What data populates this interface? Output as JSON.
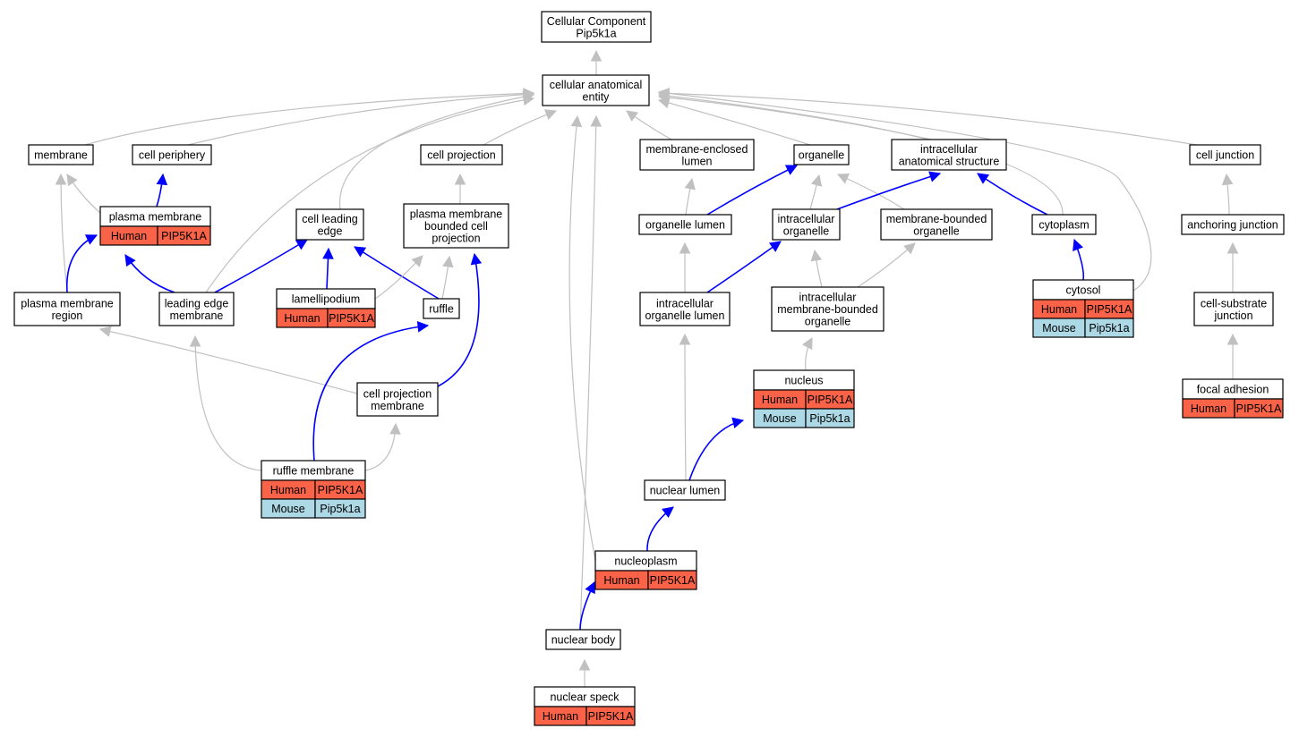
{
  "graph": {
    "colors": {
      "human": "#fa6347",
      "mouse": "#add8e6",
      "edge_default": "#c0c0c0",
      "edge_highlight": "#0000ff"
    },
    "nodes": [
      {
        "id": "n_root",
        "lines": [
          "Cellular Component",
          "Pip5k1a"
        ]
      },
      {
        "id": "n_cae",
        "lines": [
          "cellular anatomical",
          "entity"
        ]
      },
      {
        "id": "n_membrane",
        "lines": [
          "membrane"
        ]
      },
      {
        "id": "n_cellperiph",
        "lines": [
          "cell periphery"
        ]
      },
      {
        "id": "n_cellproj",
        "lines": [
          "cell projection"
        ]
      },
      {
        "id": "n_melumen",
        "lines": [
          "membrane-enclosed",
          "lumen"
        ]
      },
      {
        "id": "n_organelle",
        "lines": [
          "organelle"
        ]
      },
      {
        "id": "n_ias",
        "lines": [
          "intracellular",
          "anatomical structure"
        ]
      },
      {
        "id": "n_celljunction",
        "lines": [
          "cell junction"
        ]
      },
      {
        "id": "n_pm",
        "lines": [
          "plasma membrane"
        ],
        "rows": [
          [
            "Human",
            "PIP5K1A"
          ]
        ]
      },
      {
        "id": "n_cle",
        "lines": [
          "cell leading",
          "edge"
        ]
      },
      {
        "id": "n_pmbcp",
        "lines": [
          "plasma membrane",
          "bounded cell",
          "projection"
        ]
      },
      {
        "id": "n_orglumen",
        "lines": [
          "organelle lumen"
        ]
      },
      {
        "id": "n_intorg",
        "lines": [
          "intracellular",
          "organelle"
        ]
      },
      {
        "id": "n_mborg",
        "lines": [
          "membrane-bounded",
          "organelle"
        ]
      },
      {
        "id": "n_cytoplasm",
        "lines": [
          "cytoplasm"
        ]
      },
      {
        "id": "n_anchjunction",
        "lines": [
          "anchoring junction"
        ]
      },
      {
        "id": "n_pmr",
        "lines": [
          "plasma membrane",
          "region"
        ]
      },
      {
        "id": "n_lem",
        "lines": [
          "leading edge",
          "membrane"
        ]
      },
      {
        "id": "n_lamelli",
        "lines": [
          "lamellipodium"
        ],
        "rows": [
          [
            "Human",
            "PIP5K1A"
          ]
        ]
      },
      {
        "id": "n_ruffle",
        "lines": [
          "ruffle"
        ]
      },
      {
        "id": "n_iol",
        "lines": [
          "intracellular",
          "organelle lumen"
        ]
      },
      {
        "id": "n_imbo",
        "lines": [
          "intracellular",
          "membrane-bounded",
          "organelle"
        ]
      },
      {
        "id": "n_cytosol",
        "lines": [
          "cytosol"
        ],
        "rows": [
          [
            "Human",
            "PIP5K1A"
          ],
          [
            "Mouse",
            "Pip5k1a"
          ]
        ]
      },
      {
        "id": "n_csj",
        "lines": [
          "cell-substrate",
          "junction"
        ]
      },
      {
        "id": "n_cpm",
        "lines": [
          "cell projection",
          "membrane"
        ]
      },
      {
        "id": "n_nucleus",
        "lines": [
          "nucleus"
        ],
        "rows": [
          [
            "Human",
            "PIP5K1A"
          ],
          [
            "Mouse",
            "Pip5k1a"
          ]
        ]
      },
      {
        "id": "n_focal",
        "lines": [
          "focal adhesion"
        ],
        "rows": [
          [
            "Human",
            "PIP5K1A"
          ]
        ]
      },
      {
        "id": "n_rufflemem",
        "lines": [
          "ruffle membrane"
        ],
        "rows": [
          [
            "Human",
            "PIP5K1A"
          ],
          [
            "Mouse",
            "Pip5k1a"
          ]
        ]
      },
      {
        "id": "n_nuclumen",
        "lines": [
          "nuclear lumen"
        ]
      },
      {
        "id": "n_nucleoplasm",
        "lines": [
          "nucleoplasm"
        ],
        "rows": [
          [
            "Human",
            "PIP5K1A"
          ]
        ]
      },
      {
        "id": "n_nucbody",
        "lines": [
          "nuclear body"
        ]
      },
      {
        "id": "n_nucspeck",
        "lines": [
          "nuclear speck"
        ],
        "rows": [
          [
            "Human",
            "PIP5K1A"
          ]
        ]
      }
    ],
    "edges": [
      {
        "from": "n_cae",
        "to": "n_root",
        "color": "gray"
      },
      {
        "from": "n_membrane",
        "to": "n_cae",
        "color": "gray"
      },
      {
        "from": "n_cellperiph",
        "to": "n_cae",
        "color": "gray"
      },
      {
        "from": "n_cellproj",
        "to": "n_cae",
        "color": "gray"
      },
      {
        "from": "n_melumen",
        "to": "n_cae",
        "color": "gray"
      },
      {
        "from": "n_organelle",
        "to": "n_cae",
        "color": "gray"
      },
      {
        "from": "n_ias",
        "to": "n_cae",
        "color": "gray"
      },
      {
        "from": "n_celljunction",
        "to": "n_cae",
        "color": "gray"
      },
      {
        "from": "n_cle",
        "to": "n_cae",
        "color": "gray"
      },
      {
        "from": "n_lem",
        "to": "n_cae",
        "color": "gray"
      },
      {
        "from": "n_cytoplasm",
        "to": "n_cae",
        "color": "gray"
      },
      {
        "from": "n_cytosol",
        "to": "n_cae",
        "color": "gray"
      },
      {
        "from": "n_nucleoplasm",
        "to": "n_cae",
        "color": "gray"
      },
      {
        "from": "n_nucbody",
        "to": "n_cae",
        "color": "gray"
      },
      {
        "from": "n_pm",
        "to": "n_membrane",
        "color": "gray"
      },
      {
        "from": "n_pmr",
        "to": "n_membrane",
        "color": "gray"
      },
      {
        "from": "n_pm",
        "to": "n_cellperiph",
        "color": "blue"
      },
      {
        "from": "n_pmr",
        "to": "n_pm",
        "color": "blue"
      },
      {
        "from": "n_lem",
        "to": "n_pm",
        "color": "blue"
      },
      {
        "from": "n_lem",
        "to": "n_cle",
        "color": "blue"
      },
      {
        "from": "n_lamelli",
        "to": "n_cle",
        "color": "blue"
      },
      {
        "from": "n_ruffle",
        "to": "n_cle",
        "color": "blue"
      },
      {
        "from": "n_pmbcp",
        "to": "n_cellproj",
        "color": "gray"
      },
      {
        "from": "n_lamelli",
        "to": "n_pmbcp",
        "color": "gray"
      },
      {
        "from": "n_ruffle",
        "to": "n_pmbcp",
        "color": "gray"
      },
      {
        "from": "n_cpm",
        "to": "n_pmbcp",
        "color": "blue"
      },
      {
        "from": "n_cpm",
        "to": "n_pmr",
        "color": "gray"
      },
      {
        "from": "n_rufflemem",
        "to": "n_lem",
        "color": "gray"
      },
      {
        "from": "n_rufflemem",
        "to": "n_ruffle",
        "color": "blue"
      },
      {
        "from": "n_rufflemem",
        "to": "n_cpm",
        "color": "gray"
      },
      {
        "from": "n_orglumen",
        "to": "n_melumen",
        "color": "gray"
      },
      {
        "from": "n_orglumen",
        "to": "n_organelle",
        "color": "blue"
      },
      {
        "from": "n_intorg",
        "to": "n_organelle",
        "color": "gray"
      },
      {
        "from": "n_mborg",
        "to": "n_organelle",
        "color": "gray"
      },
      {
        "from": "n_intorg",
        "to": "n_ias",
        "color": "blue"
      },
      {
        "from": "n_cytoplasm",
        "to": "n_ias",
        "color": "blue"
      },
      {
        "from": "n_iol",
        "to": "n_orglumen",
        "color": "gray"
      },
      {
        "from": "n_iol",
        "to": "n_intorg",
        "color": "blue"
      },
      {
        "from": "n_imbo",
        "to": "n_intorg",
        "color": "gray"
      },
      {
        "from": "n_imbo",
        "to": "n_mborg",
        "color": "gray"
      },
      {
        "from": "n_nucleus",
        "to": "n_imbo",
        "color": "gray"
      },
      {
        "from": "n_cytosol",
        "to": "n_cytoplasm",
        "color": "blue"
      },
      {
        "from": "n_anchjunction",
        "to": "n_celljunction",
        "color": "gray"
      },
      {
        "from": "n_csj",
        "to": "n_anchjunction",
        "color": "gray"
      },
      {
        "from": "n_focal",
        "to": "n_csj",
        "color": "gray"
      },
      {
        "from": "n_nuclumen",
        "to": "n_iol",
        "color": "gray"
      },
      {
        "from": "n_nuclumen",
        "to": "n_nucleus",
        "color": "blue"
      },
      {
        "from": "n_nucleoplasm",
        "to": "n_nuclumen",
        "color": "blue"
      },
      {
        "from": "n_nucbody",
        "to": "n_nucleoplasm",
        "color": "blue"
      },
      {
        "from": "n_nucspeck",
        "to": "n_nucbody",
        "color": "gray"
      }
    ]
  }
}
